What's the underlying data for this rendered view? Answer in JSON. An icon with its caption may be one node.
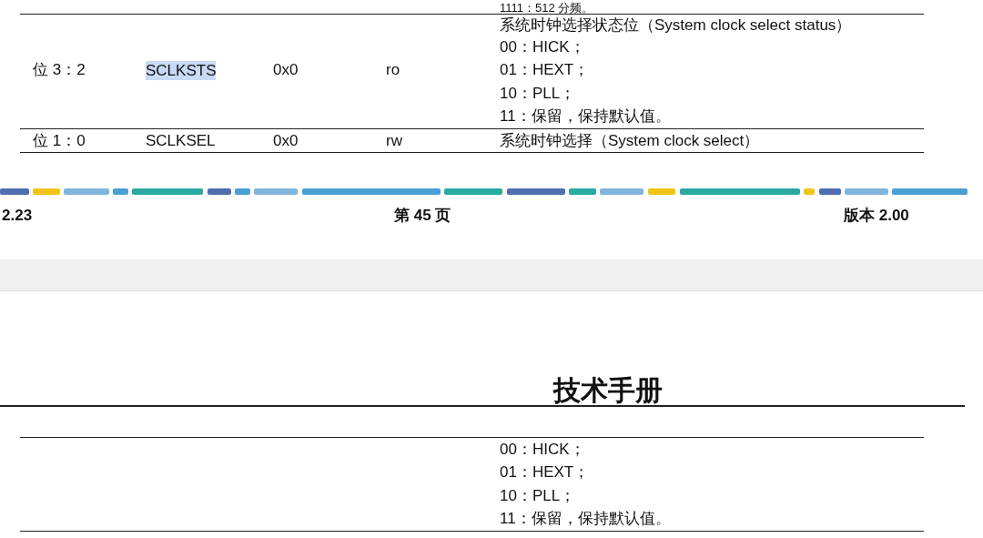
{
  "diagram": {
    "labels": [
      "1111：512 分频。",
      "位 3：2",
      "SCLKSTS",
      "0x0",
      "ro",
      "系统时钟选择状态位（System clock select status）",
      "00：HICK；",
      "01：HEXT；",
      "10：PLL；",
      "11：保留，保持默认值。",
      "位 1：0",
      "SCLKSEL",
      "0x0",
      "rw",
      "系统时钟选择（System clock select）",
      "2.23",
      "第 45 页",
      "版本 2.00",
      "技术手册",
      "00：HICK；",
      "01：HEXT；",
      "10：PLL；",
      "11：保留，保持默认值。"
    ]
  }
}
